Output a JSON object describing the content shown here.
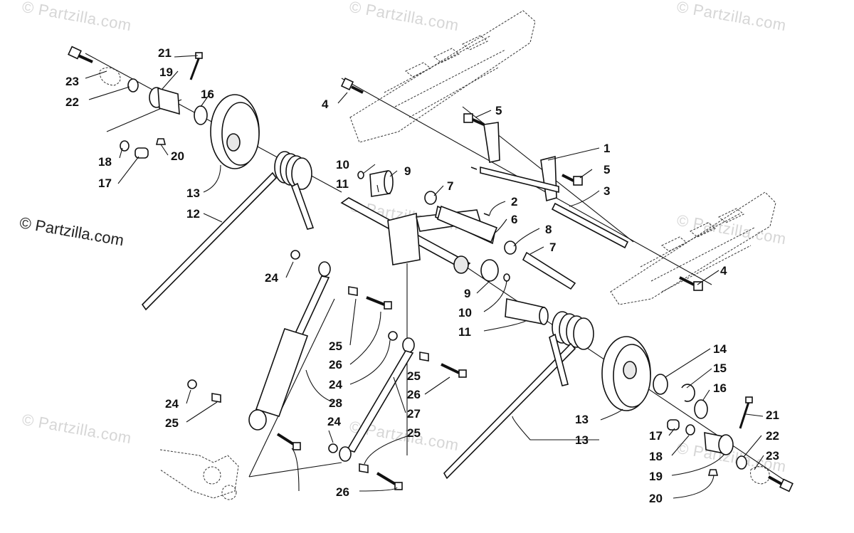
{
  "watermark": {
    "text": "© Partzilla.com"
  },
  "callouts": [
    {
      "id": "c1",
      "label": "1"
    },
    {
      "id": "c2",
      "label": "2"
    },
    {
      "id": "c3",
      "label": "3"
    },
    {
      "id": "c4a",
      "label": "4"
    },
    {
      "id": "c4b",
      "label": "4"
    },
    {
      "id": "c5a",
      "label": "5"
    },
    {
      "id": "c5b",
      "label": "5"
    },
    {
      "id": "c6",
      "label": "6"
    },
    {
      "id": "c7a",
      "label": "7"
    },
    {
      "id": "c7b",
      "label": "7"
    },
    {
      "id": "c8",
      "label": "8"
    },
    {
      "id": "c9a",
      "label": "9"
    },
    {
      "id": "c9b",
      "label": "9"
    },
    {
      "id": "c10a",
      "label": "10"
    },
    {
      "id": "c10b",
      "label": "10"
    },
    {
      "id": "c11a",
      "label": "11"
    },
    {
      "id": "c11b",
      "label": "11"
    },
    {
      "id": "c12a",
      "label": "12"
    },
    {
      "id": "c12b",
      "label": "12"
    },
    {
      "id": "c13a",
      "label": "13"
    },
    {
      "id": "c13b",
      "label": "13"
    },
    {
      "id": "c14",
      "label": "14"
    },
    {
      "id": "c15",
      "label": "15"
    },
    {
      "id": "c16a",
      "label": "16"
    },
    {
      "id": "c16b",
      "label": "16"
    },
    {
      "id": "c17a",
      "label": "17"
    },
    {
      "id": "c17b",
      "label": "17"
    },
    {
      "id": "c18a",
      "label": "18"
    },
    {
      "id": "c18b",
      "label": "18"
    },
    {
      "id": "c19a",
      "label": "19"
    },
    {
      "id": "c19b",
      "label": "19"
    },
    {
      "id": "c20a",
      "label": "20"
    },
    {
      "id": "c20b",
      "label": "20"
    },
    {
      "id": "c21a",
      "label": "21"
    },
    {
      "id": "c21b",
      "label": "21"
    },
    {
      "id": "c22a",
      "label": "22"
    },
    {
      "id": "c22b",
      "label": "22"
    },
    {
      "id": "c23a",
      "label": "23"
    },
    {
      "id": "c23b",
      "label": "23"
    },
    {
      "id": "c24a",
      "label": "24"
    },
    {
      "id": "c24b",
      "label": "24"
    },
    {
      "id": "c24c",
      "label": "24"
    },
    {
      "id": "c24d",
      "label": "24"
    },
    {
      "id": "c25a",
      "label": "25"
    },
    {
      "id": "c25b",
      "label": "25"
    },
    {
      "id": "c25c",
      "label": "25"
    },
    {
      "id": "c25d",
      "label": "25"
    },
    {
      "id": "c26a",
      "label": "26"
    },
    {
      "id": "c26b",
      "label": "26"
    },
    {
      "id": "c26c",
      "label": "26"
    },
    {
      "id": "c27",
      "label": "27"
    },
    {
      "id": "c28",
      "label": "28"
    }
  ]
}
